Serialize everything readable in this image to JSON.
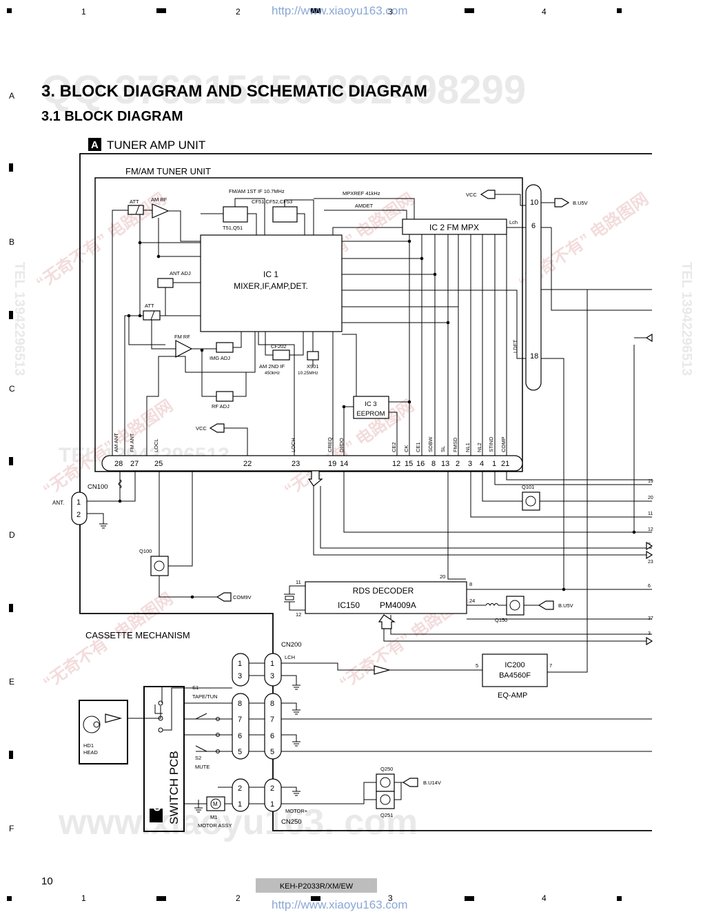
{
  "page": {
    "watermark_url": "http://www.xiaoyu163.com",
    "col_marks": [
      "1",
      "2",
      "3",
      "4"
    ],
    "row_marks": [
      "A",
      "B",
      "C",
      "D",
      "E",
      "F"
    ],
    "title": "3. BLOCK DIAGRAM AND SCHEMATIC DIAGRAM",
    "subtitle": "3.1 BLOCK DIAGRAM",
    "page_number": "10",
    "model": "KEH-P2033R/XM/EW",
    "bg_watermarks": [
      "QQ 376315150  892498299",
      "TEL 13942296513",
      "www.xiaoyu163.com",
      "www.xiaoyu163. com",
      "“无奇不有” 电路图网"
    ]
  },
  "unit": {
    "badge": "A",
    "title": "TUNER AMP UNIT"
  },
  "tuner": {
    "title": "FM/AM TUNER UNIT",
    "ic1_name": "IC 1",
    "ic1_desc": "MIXER,IF,AMP,DET.",
    "ic2": "IC 2  FM MPX",
    "ic3_name": "IC 3",
    "ic3_desc": "EEPROM",
    "labels": {
      "att1": "ATT",
      "am_rf": "AM RF",
      "if_label": "FM/AM 1ST IF 10.7MHz",
      "cf_label": "CF51,CF52,CF53",
      "t51": "T51,Q51",
      "mpxref": "MPXREF 41kHz",
      "amdet": "AMDET",
      "vcc": "VCC",
      "lch": "Lch",
      "ant_adj": "ANT ADJ",
      "att2": "ATT",
      "fm_rf": "FM RF",
      "img_adj": "IMG ADJ",
      "cf202": "CF202",
      "am2nd": "AM 2ND IF",
      "am2nd_freq": "450kHz",
      "x901": "X901",
      "x901_freq": "10.25MHz",
      "rf_adj": "RF ADJ",
      "vcc2": "VCC",
      "ldet": "LDET",
      "bu5v": "B.U5V"
    },
    "conn_pins_right": [
      "10",
      "6",
      "18"
    ],
    "pin_names": [
      "AM ANT",
      "FM ANT",
      "LOCL",
      "LOCH",
      "CREQ",
      "DI/DO",
      "CE2",
      "CK",
      "CE1",
      "SDBW",
      "SL",
      "FMSD",
      "NL1",
      "NL2",
      "STIND",
      "COMP"
    ],
    "pin_numbers": [
      "28",
      "27",
      "25",
      "22",
      "23",
      "19",
      "14",
      "12",
      "15",
      "16",
      "8",
      "13",
      "2",
      "3",
      "4",
      "1",
      "21"
    ]
  },
  "ant": {
    "label": "ANT.",
    "cn": "CN100",
    "pins": [
      "1",
      "2"
    ]
  },
  "q100": "Q100",
  "q101": "Q101",
  "com9v": "COM9V",
  "rds": {
    "title": "RDS DECODER",
    "ic": "IC150",
    "part": "PM4009A",
    "pins": [
      "11",
      "12",
      "20",
      "8",
      "24"
    ],
    "q150": "Q150",
    "bu5v": "B.U5V"
  },
  "right_pins": [
    "19",
    "20",
    "11",
    "12",
    "2",
    "23",
    "6",
    "37",
    "3"
  ],
  "cassette": {
    "title": "CASSETTE MECHANISM",
    "cn200": "CN200",
    "cn200_lch": "LCH",
    "cn250": "CN250",
    "pins_a": [
      "1",
      "3"
    ],
    "pins_b": [
      "8",
      "7",
      "6",
      "5"
    ],
    "pins_c": [
      "2",
      "1"
    ],
    "switch_pcb": "SWITCH PCB",
    "badge": "C",
    "head": "HD1",
    "head_name": "HEAD",
    "s1": "S1",
    "s1_name": "TAPE/TUN",
    "s2": "S2",
    "s2_name": "MUTE",
    "m1": "M1",
    "m1_name": "MOTOR ASSY",
    "motor_plus": "MOTOR+",
    "motor_glyph": "M"
  },
  "eq": {
    "ic": "IC200",
    "part": "BA4560F",
    "name": "EQ-AMP",
    "pins": [
      "5",
      "7"
    ]
  },
  "q250": {
    "q250": "Q250",
    "q251": "Q251",
    "bu14v": "B.U14V"
  }
}
